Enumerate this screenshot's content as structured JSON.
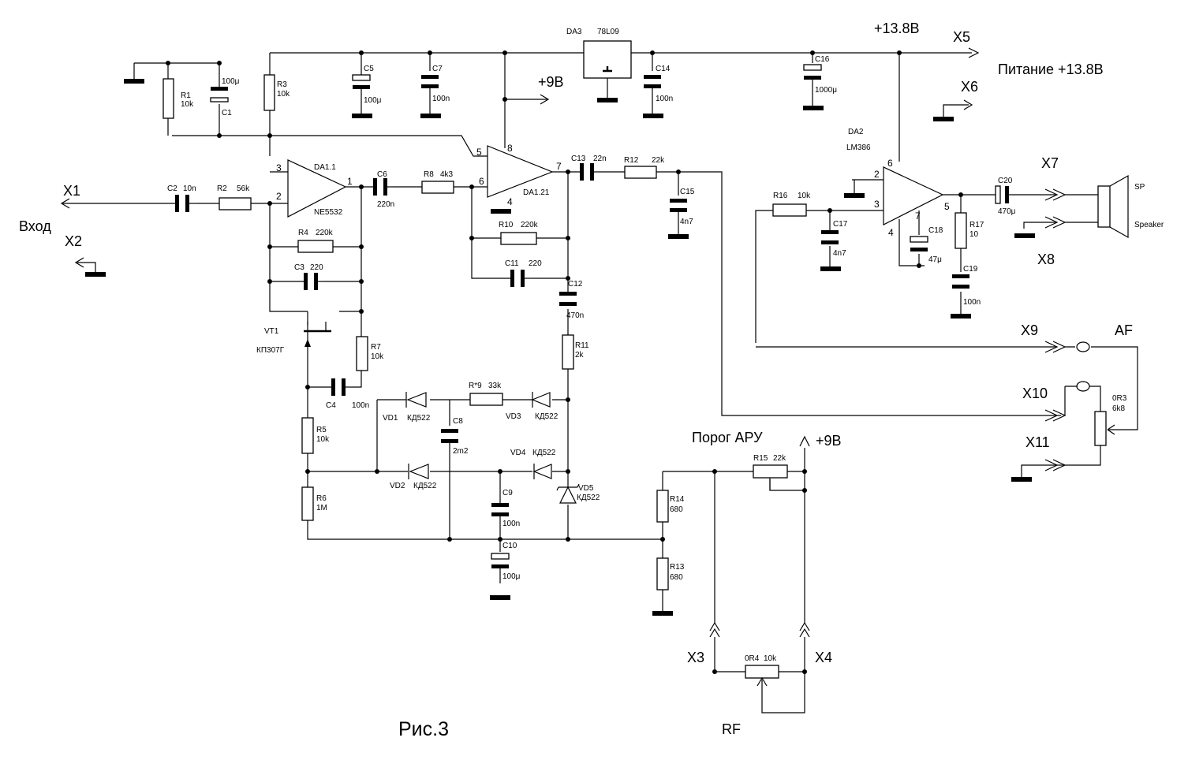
{
  "figure": {
    "caption": "Рис.3"
  },
  "labels": {
    "input": "Вход",
    "power": "Питание +13.8В",
    "agc_threshold": "Порог АРУ",
    "rf": "RF",
    "af": "AF",
    "plus_13_8": "+13.8В",
    "plus_9_a": "+9В",
    "plus_9_b": "+9В",
    "speaker_sp": "SP",
    "speaker": "Speaker"
  },
  "connectors": [
    "X1",
    "X2",
    "X3",
    "X4",
    "X5",
    "X6",
    "X7",
    "X8",
    "X9",
    "X10",
    "X11"
  ],
  "ics": {
    "da1_1": {
      "ref": "DA1.1",
      "part": "NE5532",
      "pins": [
        "3",
        "2",
        "1"
      ]
    },
    "da1_2": {
      "ref": "DA1.21",
      "pins": [
        "5",
        "6",
        "8",
        "7",
        "4"
      ]
    },
    "da2": {
      "ref": "DA2",
      "part": "LM386",
      "pins": [
        "2",
        "3",
        "6",
        "5",
        "7",
        "4"
      ]
    },
    "da3": {
      "ref": "DA3",
      "part": "78L09"
    }
  },
  "resistors": [
    {
      "ref": "R1",
      "value": "10k"
    },
    {
      "ref": "R2",
      "value": "56k"
    },
    {
      "ref": "R3",
      "value": "10k"
    },
    {
      "ref": "R4",
      "value": "220k"
    },
    {
      "ref": "R5",
      "value": "10k"
    },
    {
      "ref": "R6",
      "value": "1M"
    },
    {
      "ref": "R7",
      "value": "10k"
    },
    {
      "ref": "R8",
      "value": "4k3"
    },
    {
      "ref": "R*9",
      "value": "33k"
    },
    {
      "ref": "R10",
      "value": "220k"
    },
    {
      "ref": "R11",
      "value": "2k"
    },
    {
      "ref": "R12",
      "value": "22k"
    },
    {
      "ref": "R13",
      "value": "680"
    },
    {
      "ref": "R14",
      "value": "680"
    },
    {
      "ref": "R15",
      "value": "22k"
    },
    {
      "ref": "R16",
      "value": "10k"
    },
    {
      "ref": "R17",
      "value": "10"
    },
    {
      "ref": "0R3",
      "value": "6k8"
    },
    {
      "ref": "0R4",
      "value": "10k"
    }
  ],
  "capacitors": [
    {
      "ref": "C1",
      "value": "100μ"
    },
    {
      "ref": "C2",
      "value": "10n"
    },
    {
      "ref": "C3",
      "value": "220"
    },
    {
      "ref": "C4",
      "value": "100n"
    },
    {
      "ref": "C5",
      "value": "100μ"
    },
    {
      "ref": "C6",
      "value": "220n"
    },
    {
      "ref": "C7",
      "value": "100n"
    },
    {
      "ref": "C8",
      "value": "2m2"
    },
    {
      "ref": "C9",
      "value": "100n"
    },
    {
      "ref": "C10",
      "value": "100μ"
    },
    {
      "ref": "C11",
      "value": "220"
    },
    {
      "ref": "C12",
      "value": "470n"
    },
    {
      "ref": "C13",
      "value": "22n"
    },
    {
      "ref": "C14",
      "value": "100n"
    },
    {
      "ref": "C15",
      "value": "4n7"
    },
    {
      "ref": "C16",
      "value": "1000μ"
    },
    {
      "ref": "C17",
      "value": "4n7"
    },
    {
      "ref": "C18",
      "value": "47μ"
    },
    {
      "ref": "C19",
      "value": "100n"
    },
    {
      "ref": "C20",
      "value": "470μ"
    }
  ],
  "diodes": [
    {
      "ref": "VD1",
      "part": "КД522"
    },
    {
      "ref": "VD2",
      "part": "КД522"
    },
    {
      "ref": "VD3",
      "part": "КД522"
    },
    {
      "ref": "VD4",
      "part": "КД522"
    },
    {
      "ref": "VD5",
      "part": "КД522"
    }
  ],
  "transistor": {
    "ref": "VT1",
    "part": "КП307Г"
  }
}
